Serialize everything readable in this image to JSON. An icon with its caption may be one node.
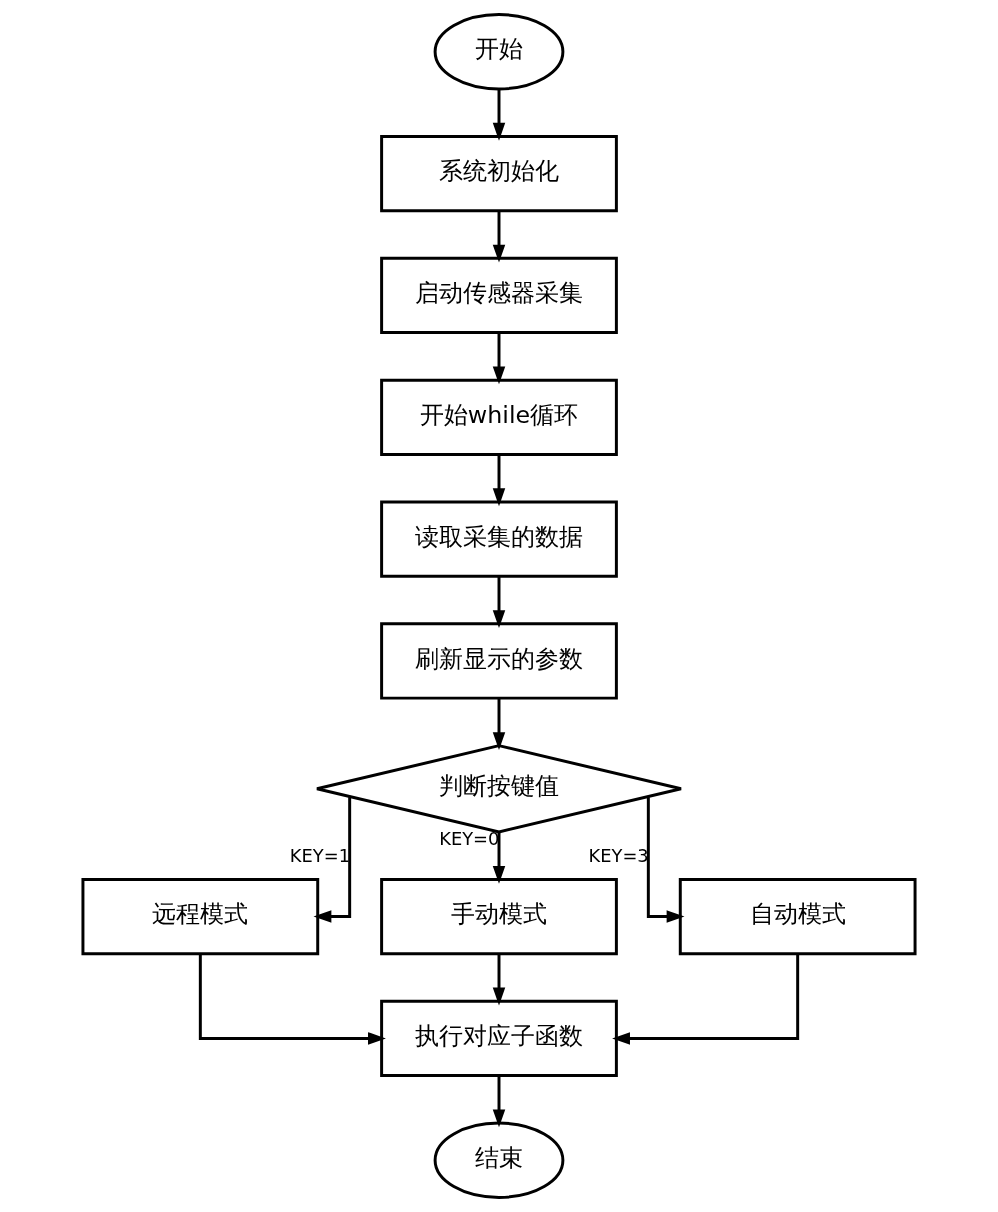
{
  "diagram": {
    "nodes": [
      {
        "text": [
          "开始"
        ]
      },
      {
        "text": [
          "系统初始化"
        ]
      },
      {
        "text": [
          "启动传感器采集"
        ]
      },
      {
        "text": [
          "开始while循环"
        ]
      },
      {
        "text": [
          "读取采集的数据"
        ]
      },
      {
        "text": [
          "刷新显示的参数"
        ]
      },
      {
        "text": [
          "判断按键值"
        ]
      },
      {
        "text": [
          "远程模式"
        ]
      },
      {
        "text": [
          "手动模式"
        ]
      },
      {
        "text": [
          "自动模式"
        ]
      },
      {
        "text": [
          "执行对应子函数"
        ]
      },
      {
        "text": [
          "结束"
        ]
      }
    ],
    "edges": [
      {
        "from": 0,
        "to": 1,
        "arrow": "to"
      },
      {
        "from": 1,
        "to": 2,
        "arrow": "to"
      },
      {
        "from": 2,
        "to": 3,
        "arrow": "to"
      },
      {
        "from": 3,
        "to": 4,
        "arrow": "to"
      },
      {
        "from": 4,
        "to": 5,
        "arrow": "to"
      },
      {
        "from": 5,
        "to": 6,
        "arrow": "to"
      },
      {
        "from": 6,
        "to": 7,
        "arrow": "to",
        "label": "KEY=1"
      },
      {
        "from": 6,
        "to": 8,
        "arrow": "to",
        "label": "KEY=0"
      },
      {
        "from": 6,
        "to": 9,
        "arrow": "to",
        "label": "KEY=3"
      },
      {
        "from": 7,
        "to": 10,
        "arrow": "to"
      },
      {
        "from": 8,
        "to": 10,
        "arrow": "to"
      },
      {
        "from": 9,
        "to": 10,
        "arrow": "to"
      },
      {
        "from": 10,
        "to": 11,
        "arrow": "to"
      }
    ]
  }
}
